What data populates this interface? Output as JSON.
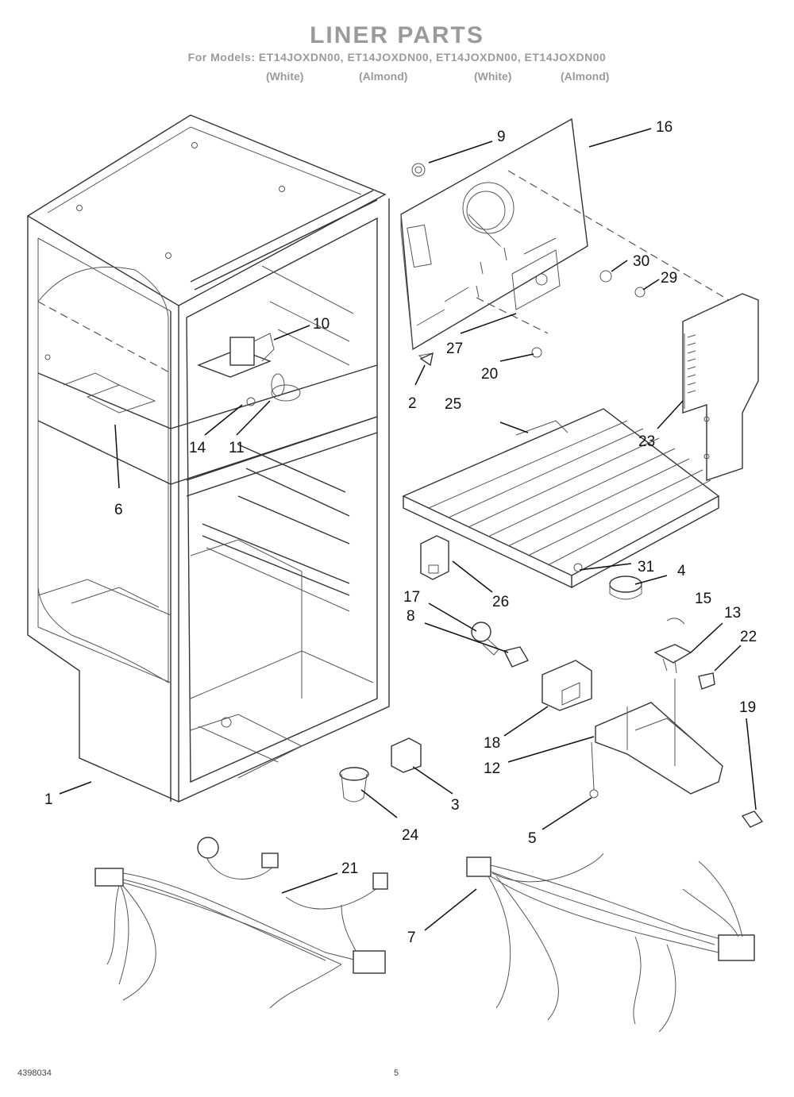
{
  "header": {
    "title": "LINER PARTS",
    "models": "For Models: ET14JOXDN00, ET14JOXDN00, ET14JOXDN00, ET14JOXDN00",
    "colors": [
      "(White)",
      "(Almond)",
      "(White)",
      "(Almond)"
    ]
  },
  "callouts": [
    "1",
    "2",
    "3",
    "4",
    "5",
    "6",
    "7",
    "8",
    "9",
    "10",
    "11",
    "12",
    "13",
    "14",
    "15",
    "16",
    "17",
    "18",
    "19",
    "20",
    "21",
    "22",
    "23",
    "24",
    "25",
    "26",
    "27",
    "29",
    "30",
    "31"
  ],
  "footer": {
    "doc_number": "4398034",
    "page": "5"
  }
}
